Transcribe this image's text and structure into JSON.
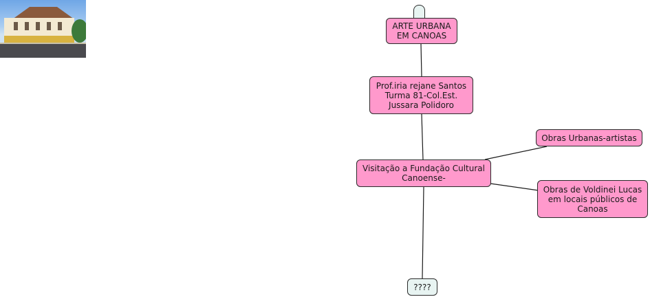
{
  "photo": {
    "icon": "station-building-photo"
  },
  "nodes": {
    "root": "ARTE URBANA\nEM CANOAS",
    "teacher": "Prof.iria rejane Santos\nTurma 81-Col.Est.\nJussara Polidoro",
    "visit": "Visitação a Fundação Cultural\nCanoense-",
    "obras_urbanas": "Obras Urbanas-artistas",
    "obras_voldinei": "Obras de Voldinei Lucas\nem locais públicos de\nCanoas",
    "question": "????"
  },
  "colors": {
    "node_fill": "#ff99cc",
    "pale_fill": "#e8f4f2",
    "border": "#2a2a2a"
  }
}
